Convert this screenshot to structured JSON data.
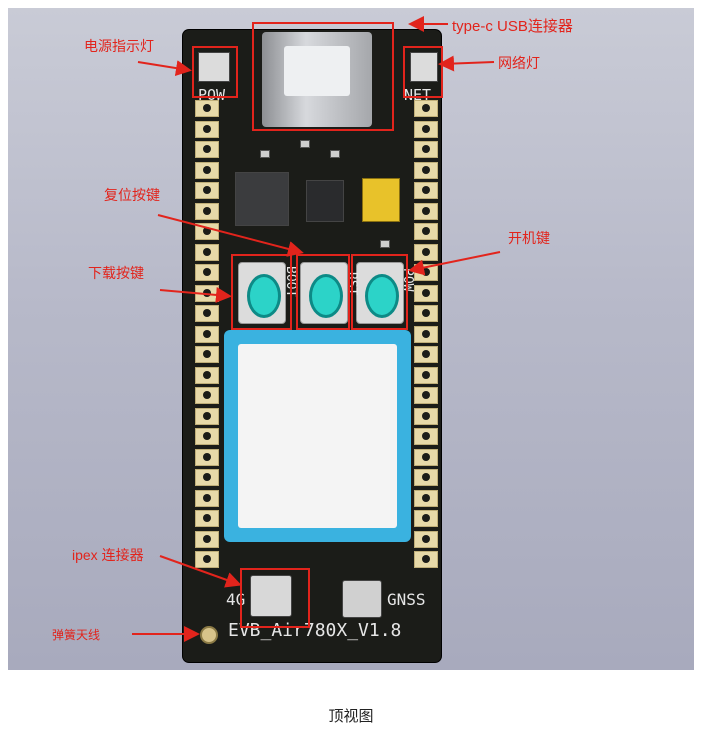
{
  "labels": {
    "usb": "type-c USB连接器",
    "power_led": "电源指示灯",
    "net_led": "网络灯",
    "reset": "复位按键",
    "power_key": "开机键",
    "download": "下载按键",
    "ipex": "ipex 连接器",
    "spring_antenna": "弹簧天线"
  },
  "silkscreen": {
    "pow_top": "POW",
    "net_top": "NET",
    "boot": "BOOT",
    "rst": "RST",
    "pow_btn": "POW",
    "ant_4g": "4G",
    "gnss": "GNSS",
    "board_name": "EVB_Air780X_V1.8"
  },
  "caption": "顶视图",
  "colors": {
    "annotation_red": "#e2241c",
    "button_cap": "#2cd3c8",
    "module_frame": "#3ab2e0"
  }
}
